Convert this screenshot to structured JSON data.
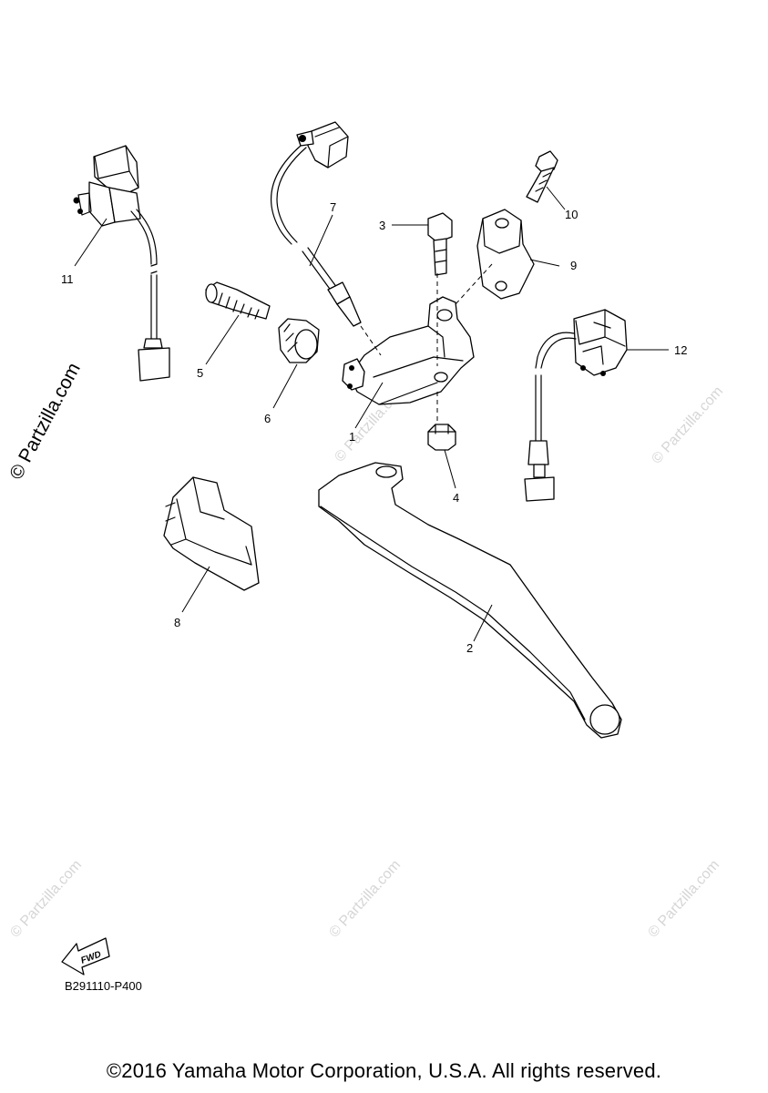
{
  "callouts": {
    "c1": "1",
    "c2": "2",
    "c3": "3",
    "c4": "4",
    "c5": "5",
    "c6": "6",
    "c7": "7",
    "c8": "8",
    "c9": "9",
    "c10": "10",
    "c11": "11",
    "c12": "12"
  },
  "fwd_label": "FWD",
  "diagram_code": "B291110-P400",
  "copyright": "©2016 Yamaha Motor Corporation, U.S.A. All rights reserved.",
  "watermark": {
    "main": "© Partzilla.com",
    "repeat": "© Partzilla.com"
  }
}
